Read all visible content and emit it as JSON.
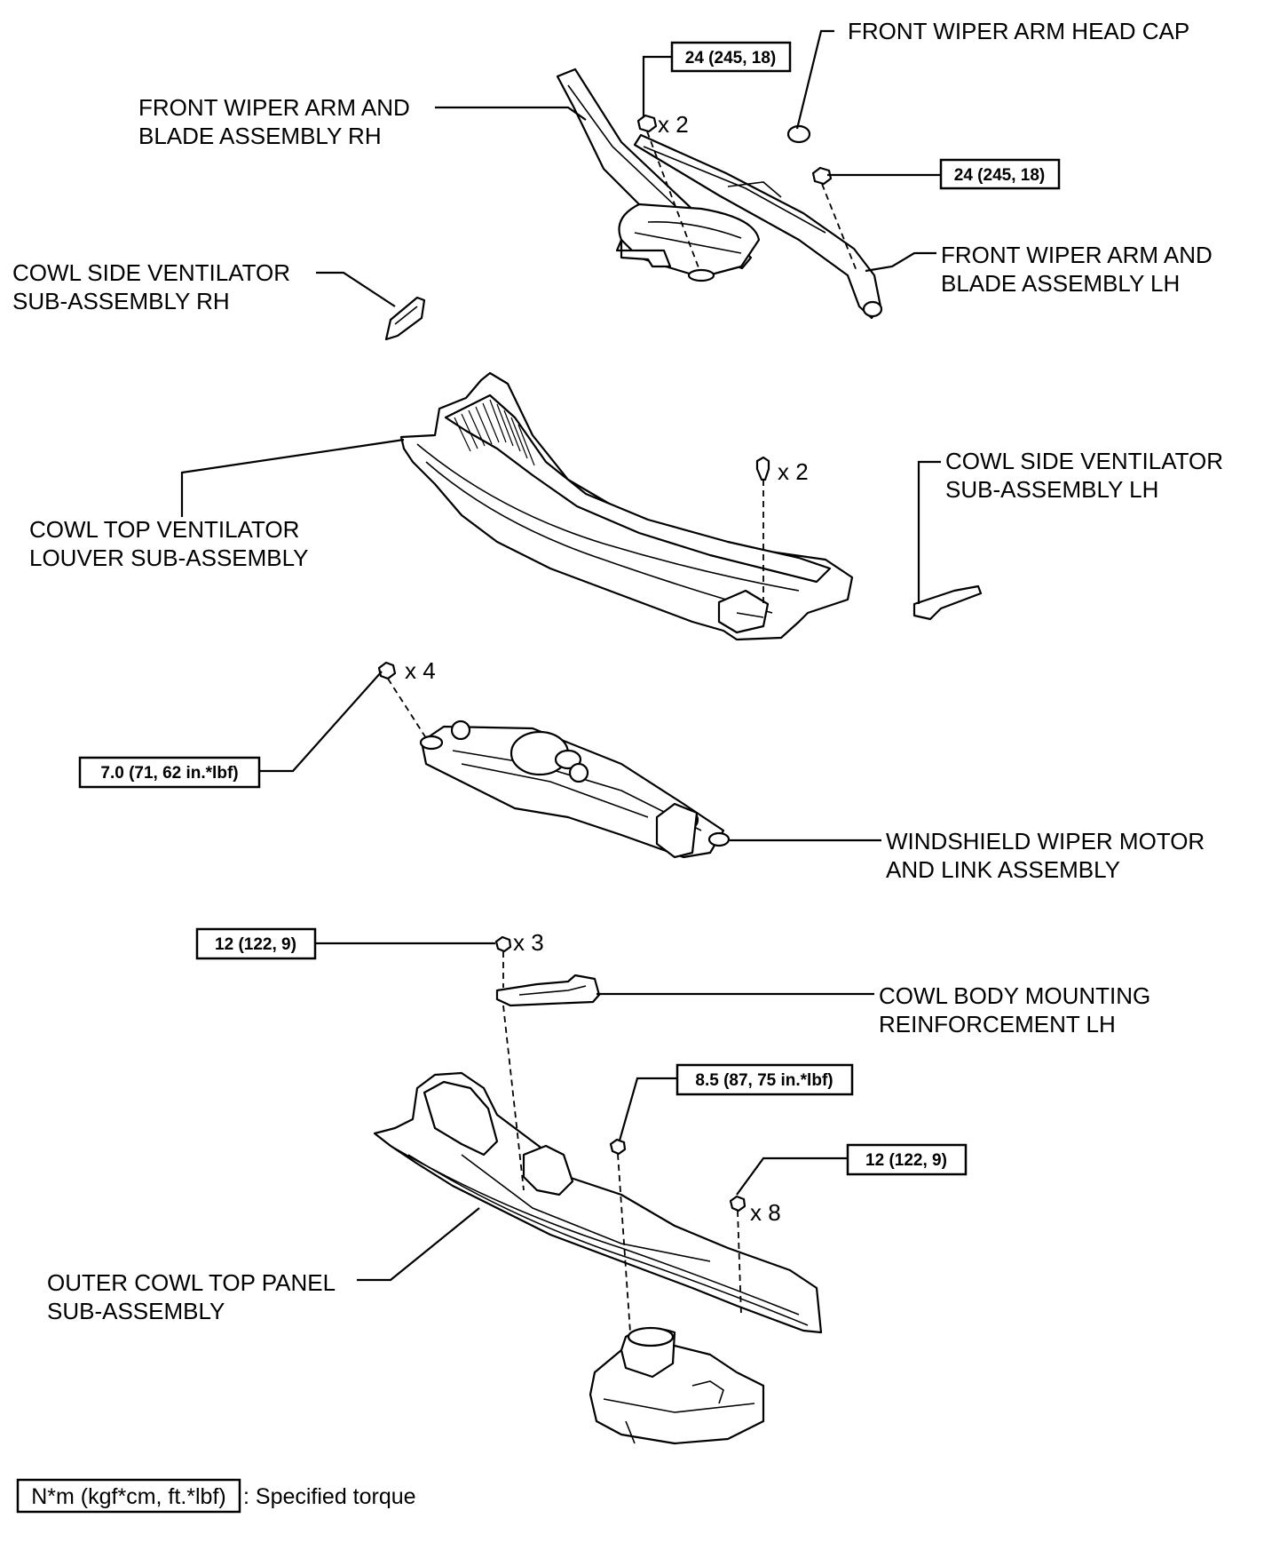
{
  "labels": {
    "head_cap": "FRONT WIPER ARM HEAD CAP",
    "arm_rh_1": "FRONT WIPER ARM AND",
    "arm_rh_2": "BLADE ASSEMBLY RH",
    "arm_lh_1": "FRONT WIPER ARM AND",
    "arm_lh_2": "BLADE ASSEMBLY LH",
    "vent_rh_1": "COWL SIDE VENTILATOR",
    "vent_rh_2": "SUB-ASSEMBLY RH",
    "vent_lh_1": "COWL SIDE VENTILATOR",
    "vent_lh_2": "SUB-ASSEMBLY LH",
    "louver_1": "COWL TOP VENTILATOR",
    "louver_2": "LOUVER SUB-ASSEMBLY",
    "motor_1": "WINDSHIELD WIPER MOTOR",
    "motor_2": "AND LINK ASSEMBLY",
    "reinf_1": "COWL BODY MOUNTING",
    "reinf_2": "REINFORCEMENT LH",
    "panel_1": "OUTER COWL TOP PANEL",
    "panel_2": "SUB-ASSEMBLY"
  },
  "torques": {
    "t1": "24 (245, 18)",
    "t2": "24 (245, 18)",
    "t3": "7.0 (71, 62 in.*lbf)",
    "t4": "12 (122, 9)",
    "t5": "8.5 (87, 75 in.*lbf)",
    "t6": "12 (122, 9)"
  },
  "quantities": {
    "q1": "x 2",
    "q2": "x 2",
    "q3": "x 4",
    "q4": "x 3",
    "q5": "x 8"
  },
  "legend": {
    "unit_box": "N*m (kgf*cm, ft.*lbf)",
    "description": ": Specified torque"
  }
}
